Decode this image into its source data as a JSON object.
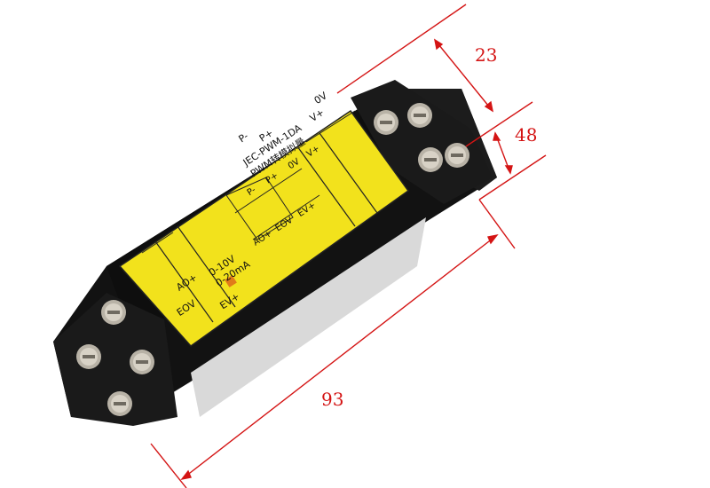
{
  "product": {
    "model": "JEC-PWM-1DA",
    "name_cn": "PWM转模拟量",
    "terminals_top_label": {
      "p_minus": "P-",
      "p_plus": "P+",
      "v_plus": "V+",
      "zero_v": "0V"
    },
    "terminals_bottom_label": {
      "ao_plus": "AO+",
      "eov": "EOV",
      "ev_plus": "EV+"
    },
    "output_range": {
      "voltage": "0-10V",
      "current": "0-20mA"
    },
    "schematic_labels": {
      "p_minus": "P-",
      "p_plus": "P+",
      "zero_v": "0V",
      "v_plus": "V+",
      "ao_plus": "AO+",
      "eov": "EOV",
      "ev_plus": "EV+"
    }
  },
  "dimensions": {
    "width_label": "23",
    "height_label": "48",
    "length_label": "93"
  },
  "colors": {
    "housing": "#141414",
    "label_yellow": "#f2e21c",
    "dimension_red": "#d41414",
    "screw_metal": "#b8b2a6"
  }
}
